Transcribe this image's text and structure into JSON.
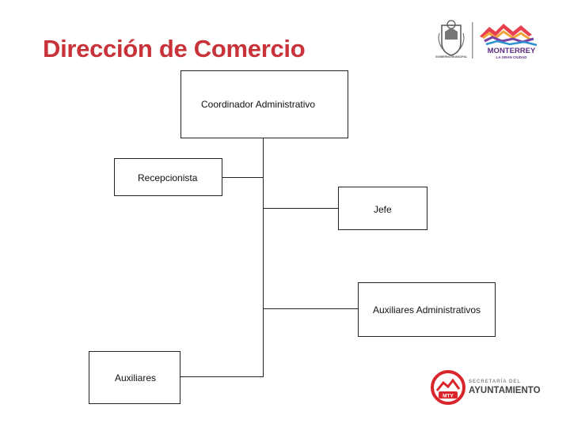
{
  "slide": {
    "title": "Dirección de Comercio"
  },
  "org_chart": {
    "nodes": [
      {
        "id": "coordinador",
        "label": "Coordinador Administrativo"
      },
      {
        "id": "recepcionista",
        "label": "Recepcionista"
      },
      {
        "id": "jefe",
        "label": "Jefe"
      },
      {
        "id": "auxiliares_admin",
        "label": "Auxiliares Administrativos"
      },
      {
        "id": "auxiliares",
        "label": "Auxiliares"
      }
    ],
    "edges": [
      {
        "from": "coordinador",
        "to": "recepcionista"
      },
      {
        "from": "coordinador",
        "to": "jefe"
      },
      {
        "from": "coordinador",
        "to": "auxiliares_admin"
      },
      {
        "from": "coordinador",
        "to": "auxiliares"
      }
    ]
  },
  "logos": {
    "monterrey": {
      "name": "MONTERREY",
      "tagline": "LA GRAN CIUDAD",
      "seal_caption": "GOBIERNO MUNICIPAL"
    },
    "ayuntamiento": {
      "line1": "SECRETARÍA DEL",
      "line2": "AYUNTAMIENTO",
      "badge": "MTY"
    }
  },
  "colors": {
    "title": "#c8333a",
    "lines": "#222222",
    "brand_red": "#d9262c"
  }
}
